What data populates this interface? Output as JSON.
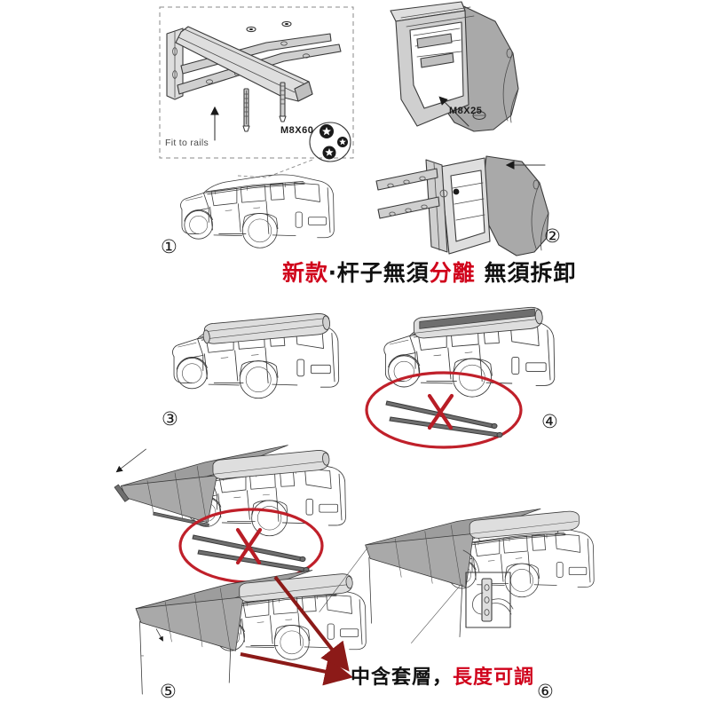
{
  "document": {
    "title": "Car Awning Roof Rack Installation Instructions",
    "background_color": "#ffffff",
    "line_color": "#3a3a3a",
    "metal_fill": "#d9d9d9",
    "fabric_fill": "#a8a8a8",
    "red_accent": "#d0021b",
    "dark_red_arrow": "#8c1a18"
  },
  "banner": {
    "segment_1": "新款",
    "separator_1": "‧",
    "segment_2": "杆子無須",
    "segment_3": "分離",
    "segment_4": " 無須拆卸",
    "full_text": "新款‧杆子無須分離 無須拆卸",
    "red_parts": [
      "新款",
      "分離"
    ],
    "color_red": "#d0021b",
    "color_black": "#111111"
  },
  "footnote": {
    "segment_1": "中含套層",
    "separator_1": "，",
    "segment_2": "長度可調",
    "full_text": "中含套層，長度可調",
    "red_parts": [
      "長度可調"
    ],
    "color_red": "#d0021b",
    "color_black": "#111111"
  },
  "panels": [
    {
      "number": "①",
      "id": "panel-1",
      "caption_bolt": "M8X60",
      "caption_fit": "Fit to rails",
      "description": "Bracket and cross bar fitted to roof rails with long bolts",
      "has_dashed_box": true
    },
    {
      "number": "②",
      "id": "panel-2",
      "caption_bolt": "M8X25",
      "description": "Awning case mounted to bracket arms, slide direction arrows"
    },
    {
      "number": "③",
      "id": "panel-3",
      "description": "Vehicle with awning case closed on roof rack"
    },
    {
      "number": "④",
      "id": "panel-4",
      "cross_mark": "X",
      "description": "Vehicle with awning case, separate poles marked with red X (not needed)"
    },
    {
      "number": "⑤",
      "id": "panel-5",
      "cross_mark": "X",
      "description": "Awning partially unrolled, separate poles marked with red X, then fully deployed"
    },
    {
      "number": "⑥",
      "id": "panel-6",
      "description": "Awning fully deployed with guy lines and adjustable leg detail inset"
    }
  ],
  "labels": {
    "bolt_m8x60": "M8X60",
    "bolt_m8x25": "M8X25",
    "fit_to_rails": "Fit to rails",
    "cross_4": "X",
    "cross_5": "X"
  },
  "step_numbers": [
    "①",
    "②",
    "③",
    "④",
    "⑤",
    "⑥"
  ]
}
